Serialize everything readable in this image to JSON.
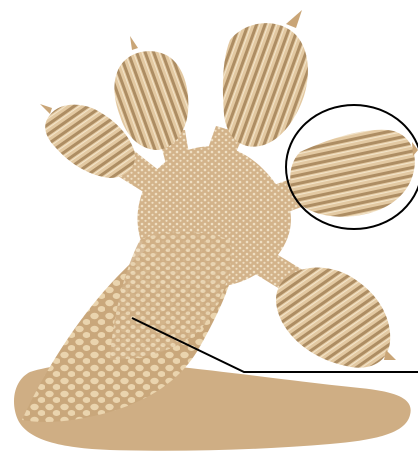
{
  "figure": {
    "subject": "gecko-foot",
    "colors": {
      "background": "#ffffff",
      "skin": "#d4b48c",
      "skin_shadow": "#b89668",
      "scale_highlight": "#f1e2c8",
      "lamella_stripe": "#a98a62",
      "lamella_light": "#ead6b6",
      "annotation_stroke": "#000000",
      "claw": "#c9a577"
    },
    "callouts": [
      {
        "name": "toe-pad-circle",
        "shape": "ellipse",
        "target": "right-upper-toe-lamellae"
      },
      {
        "name": "scale-pointer-line",
        "shape": "leader-line",
        "target": "palm-scales"
      }
    ]
  }
}
